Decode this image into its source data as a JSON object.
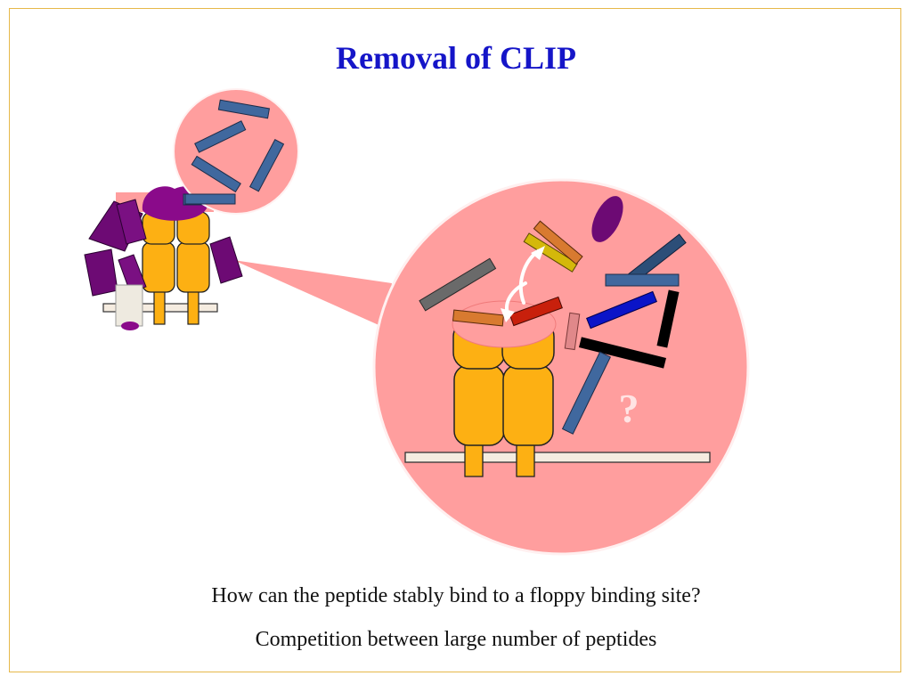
{
  "slide": {
    "title": "Removal of CLIP",
    "caption_1": "How can the peptide stably bind to a floppy binding site?",
    "caption_2": "Competition between large number of peptides",
    "question_mark": "?"
  },
  "colors": {
    "title": "#1515c8",
    "frame_border": "#e6b84a",
    "bubble_fill": "#ff9e9e",
    "mhc_fill": "#fdb013",
    "membrane_fill": "#f5ece0",
    "clip_peptide": "#c8200c",
    "peptide_blue": "#40689e",
    "peptide_black": "#000000",
    "peptide_gray": "#6a6a6a",
    "invariant_chain": "#6d0a74",
    "hla_dm": "#8a0a8a"
  }
}
